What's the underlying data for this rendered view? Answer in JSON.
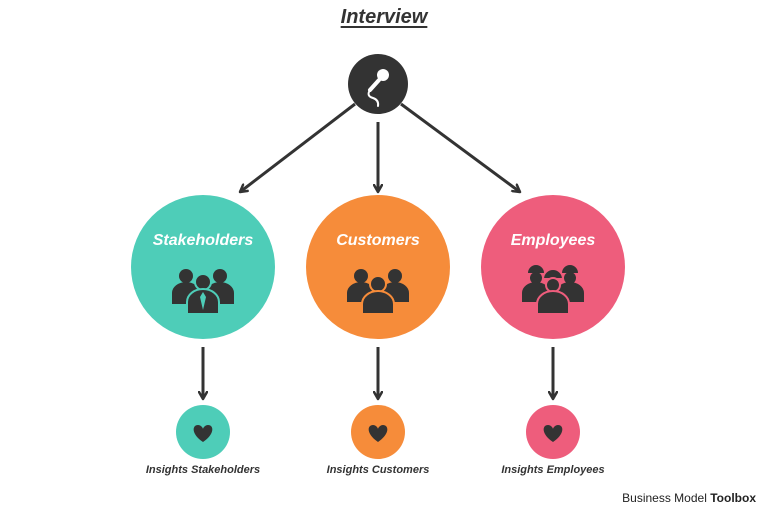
{
  "title": "Interview",
  "nodes": [
    {
      "label": "Stakeholders",
      "icon": "business-people-icon",
      "color": "#4ecdb8",
      "insight": "Insights Stakeholders",
      "insight_icon": "heart-icon"
    },
    {
      "label": "Customers",
      "icon": "group-people-icon",
      "color": "#f68c3a",
      "insight": "Insights Customers",
      "insight_icon": "heart-icon"
    },
    {
      "label": "Employees",
      "icon": "workers-hardhat-icon",
      "color": "#ee5d7c",
      "insight": "Insights Employees",
      "insight_icon": "heart-icon"
    }
  ],
  "root_icon": "microphone-icon",
  "root_color": "#333333",
  "arrow_color": "#333333",
  "brand": {
    "prefix": "Business Model",
    "suffix": "Toolbox"
  }
}
